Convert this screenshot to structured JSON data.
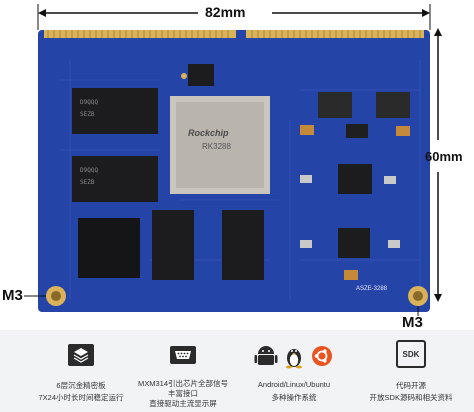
{
  "dimensions": {
    "width_label": "82mm",
    "height_label": "60mm",
    "hole_left_label": "M3",
    "hole_right_label": "M3"
  },
  "board": {
    "cpu_brand": "Rockchip",
    "cpu_model": "RK3288",
    "silkscreen": "ASZE-3288",
    "colors": {
      "pcb": "#2544a8",
      "gold": "#d9b25a",
      "chip": "#1c1c1e"
    }
  },
  "features": [
    {
      "icon": "pcb-layers-icon",
      "line1": "6层沉金精密板",
      "line2": "7X24小时长时间稳定运行"
    },
    {
      "icon": "connector-port-icon",
      "line1": "MXM314引出芯片全部信号",
      "line2": "丰富接口",
      "line3": "直接驱动主流显示屏"
    },
    {
      "icon": "os-logos-icon",
      "line1": "Android/Linux/Ubuntu",
      "line2": "多种操作系统"
    },
    {
      "icon": "sdk-icon",
      "icon_text": "SDK",
      "line1": "代码开源",
      "line2": "开放SDK源码和相关资料"
    }
  ]
}
